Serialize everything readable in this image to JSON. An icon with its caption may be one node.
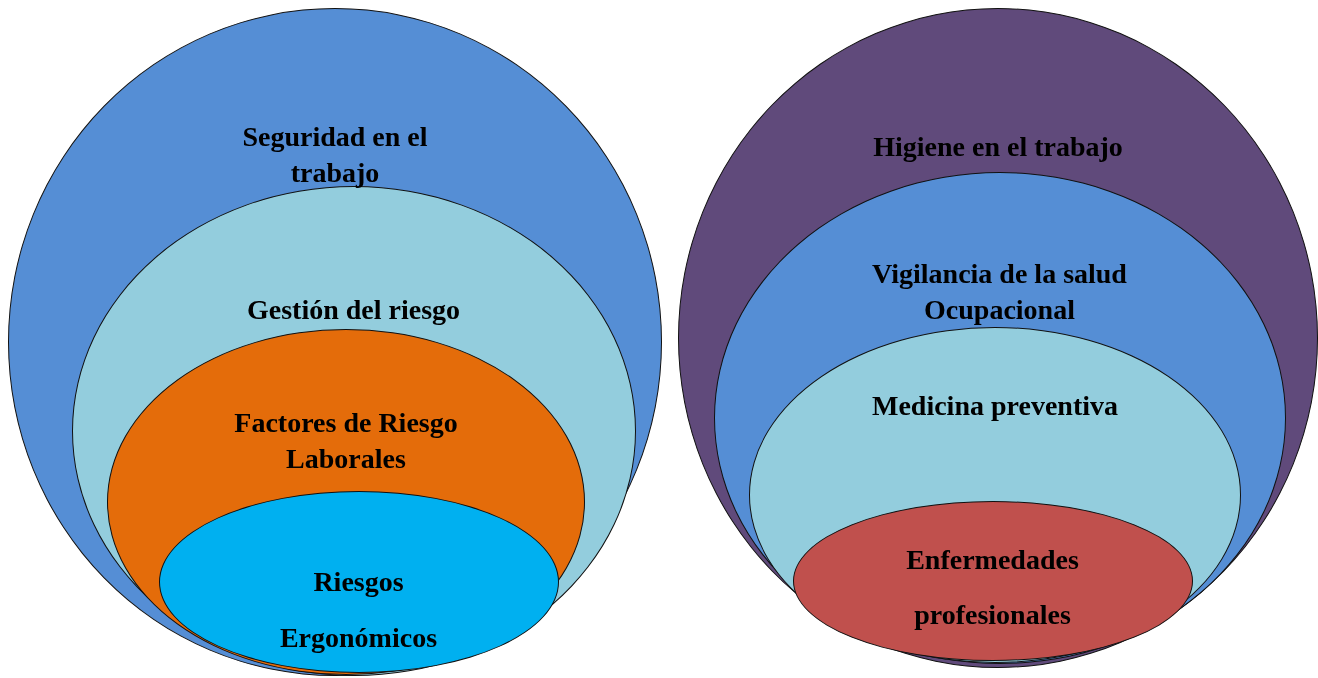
{
  "diagram": {
    "nodes": [
      {
        "text": [
          "Seguridad en el trabajo"
        ]
      },
      {
        "text": [
          "Gestión del riesgo"
        ],
        "in": 0
      },
      {
        "text": [
          "Factores de Riesgo Laborales"
        ],
        "in": 1
      },
      {
        "text": [
          "Riesgos Ergonómicos"
        ],
        "in": 2
      },
      {
        "text": [
          "Higiene en el trabajo"
        ]
      },
      {
        "text": [
          "Vigilancia de la salud Ocupacional"
        ],
        "in": 4
      },
      {
        "text": [
          "Medicina preventiva"
        ],
        "in": 5
      },
      {
        "text": [
          "Enfermedades profesionales"
        ],
        "in": 6
      }
    ]
  }
}
